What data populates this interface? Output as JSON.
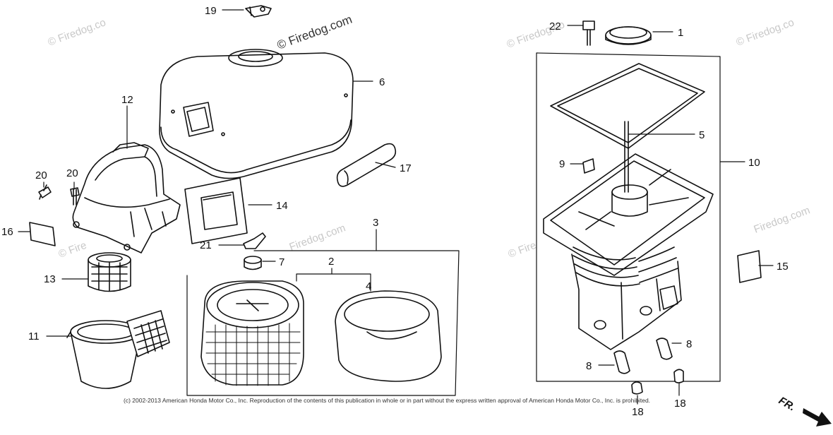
{
  "watermark": {
    "text": "© Firedog.com",
    "text_trunc": "© Firedog.co",
    "text_short": "© Fire",
    "text_mid": "Firedog.com"
  },
  "copyright": "(c) 2002-2013 American Honda Motor Co., Inc. Reproduction of the contents of this publication in whole or in part without the express written approval of American Honda Motor Co., Inc. is prohibited.",
  "direction_label": "FR.",
  "callouts": [
    "1",
    "2",
    "3",
    "4",
    "5",
    "6",
    "7",
    "8",
    "9",
    "10",
    "11",
    "12",
    "13",
    "14",
    "15",
    "16",
    "17",
    "18",
    "19",
    "20",
    "21",
    "22"
  ],
  "colors": {
    "line": "#111111",
    "watermark": "#c8c8c8"
  }
}
